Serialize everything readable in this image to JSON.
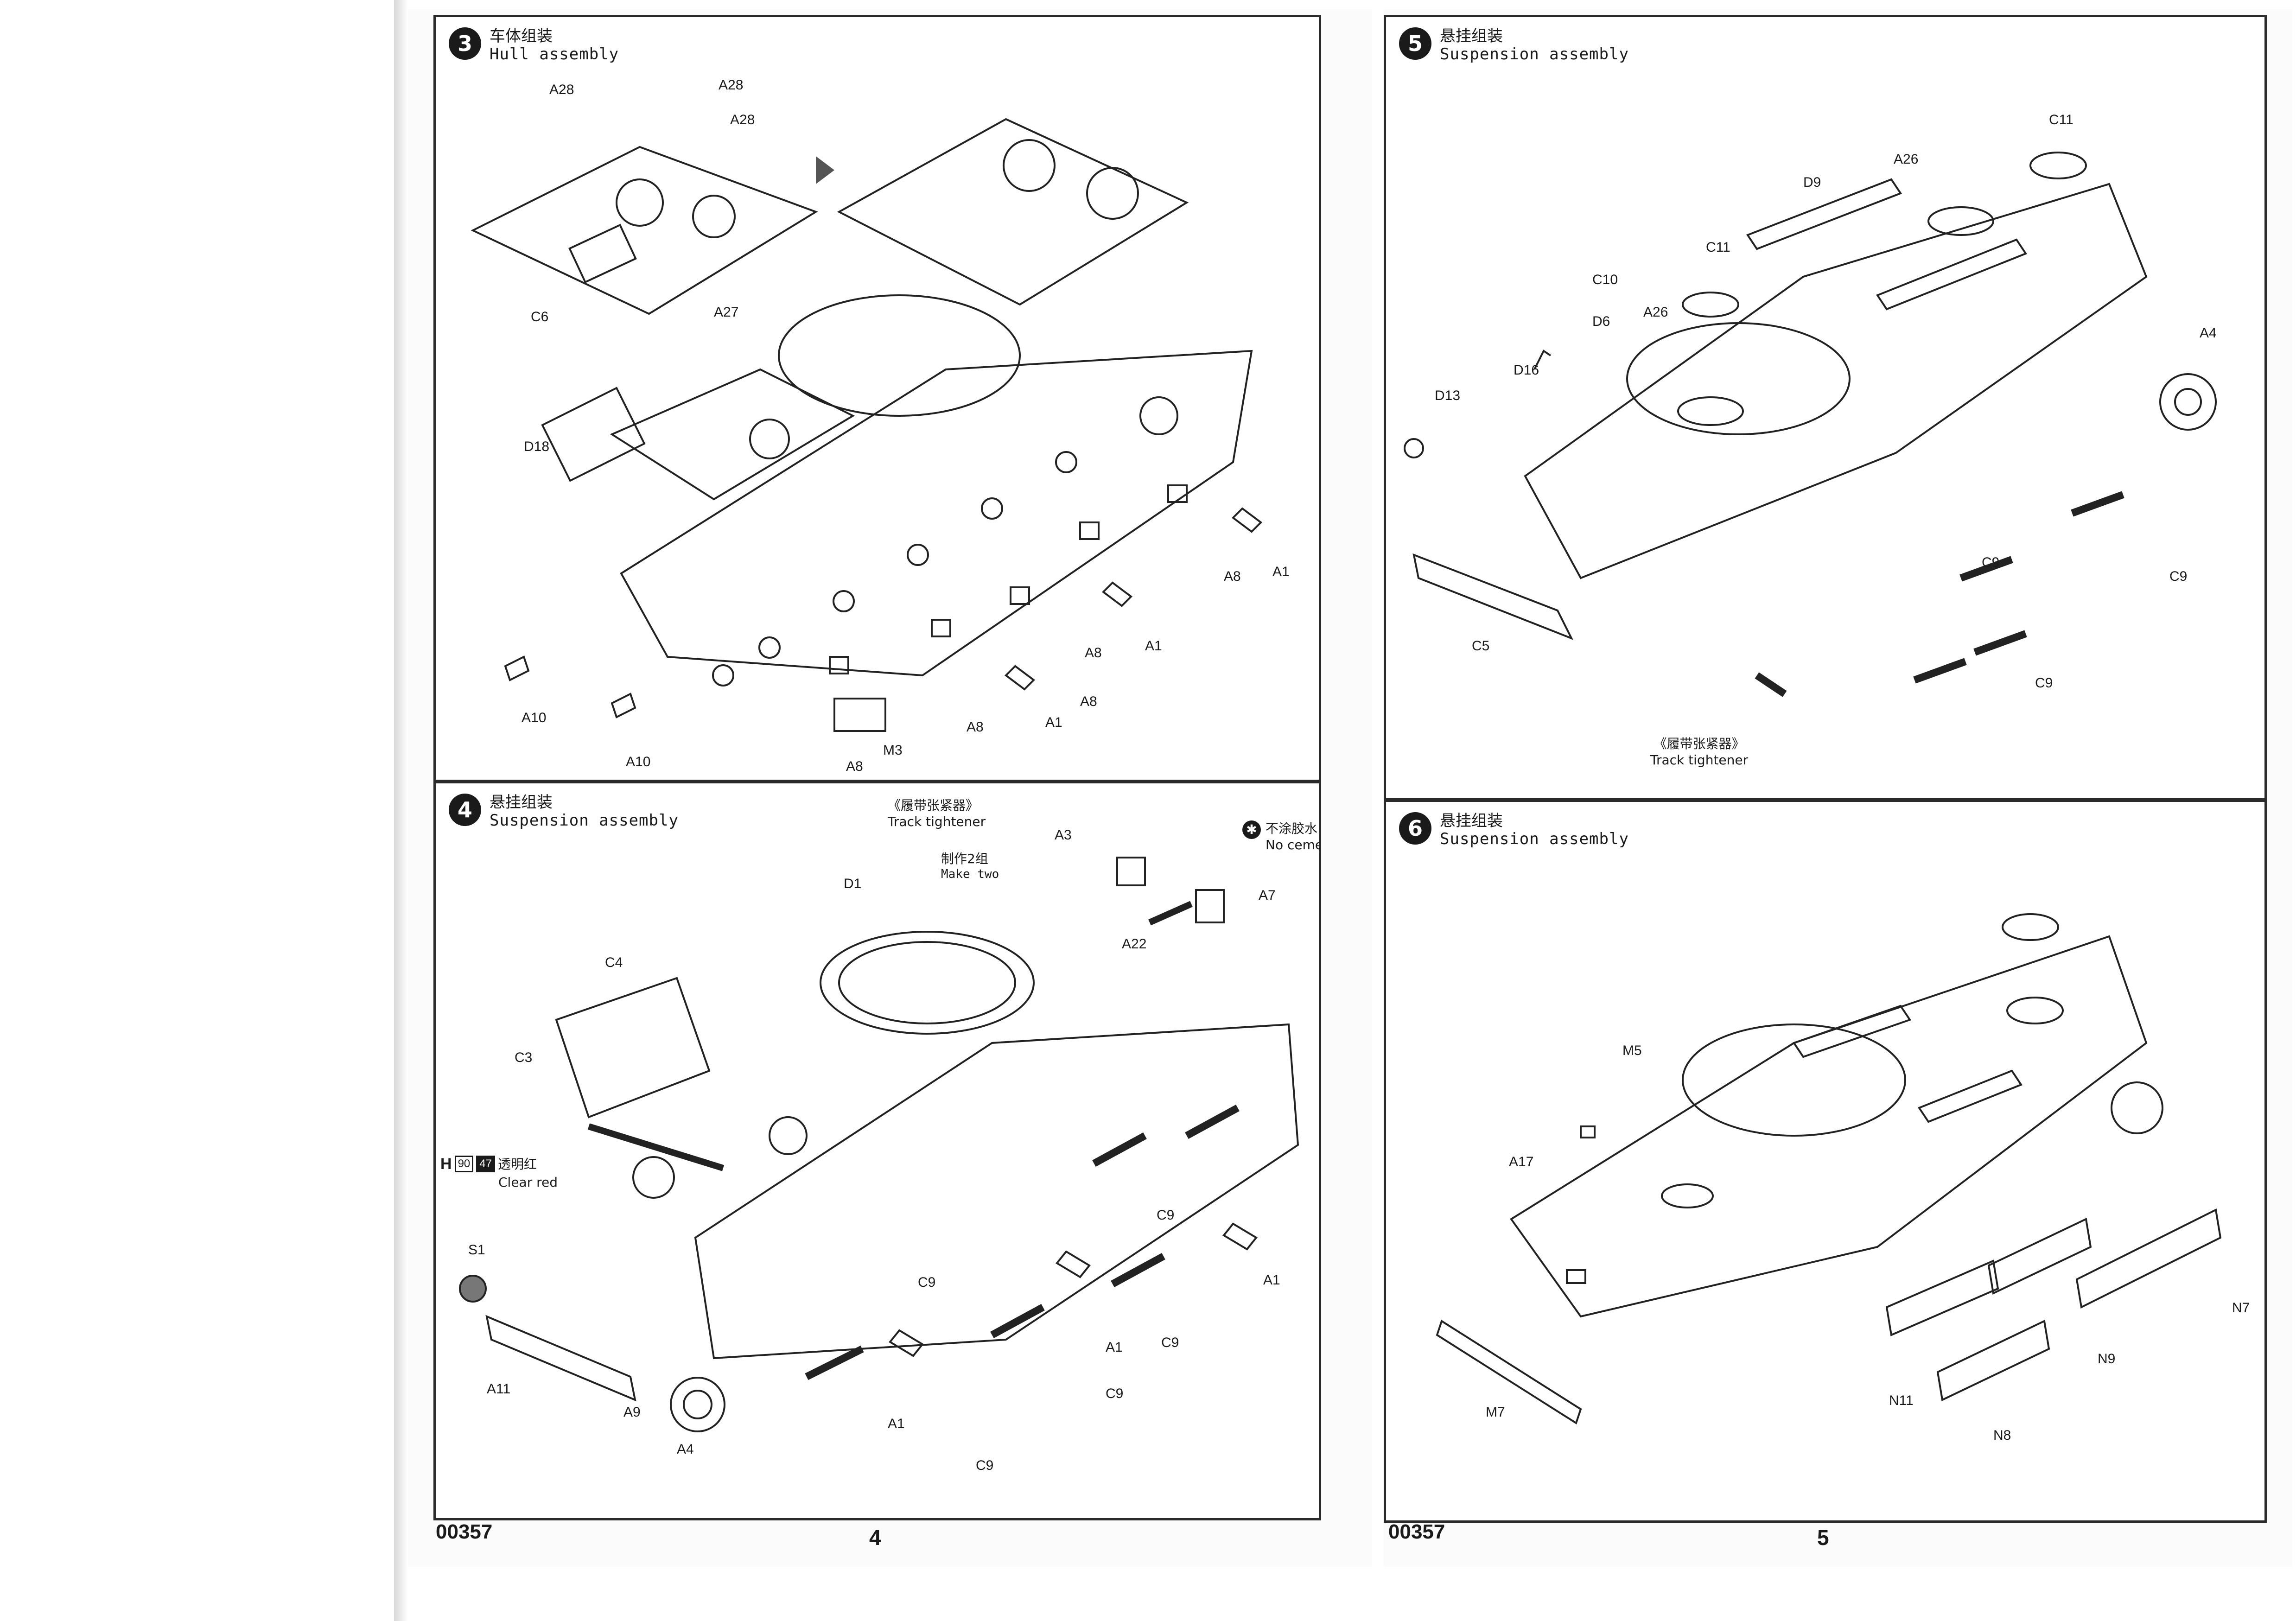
{
  "product_code": "00357",
  "pages": [
    {
      "page_number": "4"
    },
    {
      "page_number": "5"
    }
  ],
  "steps": [
    {
      "number": "3",
      "title_zh": "车体组装",
      "title_en": "Hull assembly",
      "labels": [
        "A28",
        "A28",
        "A28",
        "C6",
        "A27",
        "D18",
        "A10",
        "A10",
        "A8",
        "A8",
        "A8",
        "A8",
        "A8",
        "A1",
        "A1",
        "A1",
        "M3"
      ]
    },
    {
      "number": "4",
      "title_zh": "悬挂组装",
      "title_en": "Suspension assembly",
      "labels": [
        "D1",
        "C4",
        "C3",
        "S1",
        "A11",
        "A9",
        "A4",
        "A1",
        "A1",
        "A1",
        "C9",
        "C9",
        "C9",
        "C9",
        "C9",
        "A3",
        "A7",
        "A22"
      ],
      "track_tightener_zh": "《履带张紧器》",
      "track_tightener_en": "Track tightener",
      "make_two_zh": "制作2组",
      "make_two_en": "Make two",
      "no_cement_zh": "不涂胶水",
      "no_cement_en": "No cement",
      "paint": {
        "letter": "H",
        "code1": "90",
        "code2": "47",
        "name_zh": "透明红",
        "name_en": "Clear red"
      }
    },
    {
      "number": "5",
      "title_zh": "悬挂组装",
      "title_en": "Suspension assembly",
      "labels": [
        "C11",
        "C11",
        "A26",
        "A26",
        "D9",
        "C10",
        "D6",
        "D16",
        "D13",
        "A4",
        "C9",
        "C9",
        "C9",
        "C5"
      ],
      "track_tightener_zh": "《履带张紧器》",
      "track_tightener_en": "Track tightener"
    },
    {
      "number": "6",
      "title_zh": "悬挂组装",
      "title_en": "Suspension assembly",
      "labels": [
        "M5",
        "A17",
        "M7",
        "N11",
        "N8",
        "N9",
        "N7"
      ]
    }
  ],
  "icons": {
    "step_badge": "numbered-circle-icon",
    "no_cement": "no-cement-icon",
    "paint_swatch": "paint-swatch-icon"
  }
}
